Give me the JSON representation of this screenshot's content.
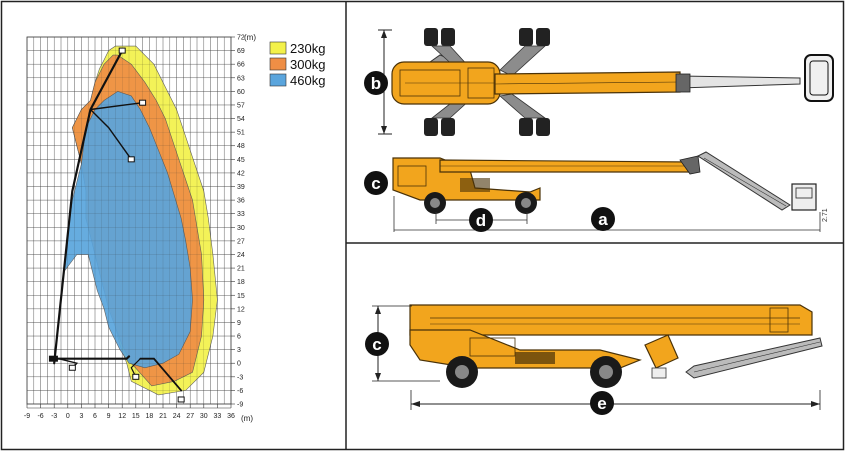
{
  "chart": {
    "y_unit": "(m)",
    "x_unit": "(m)",
    "y_ticks": [
      "72",
      "69",
      "66",
      "63",
      "60",
      "57",
      "54",
      "51",
      "48",
      "45",
      "42",
      "39",
      "36",
      "33",
      "30",
      "27",
      "24",
      "21",
      "18",
      "15",
      "12",
      "9",
      "6",
      "3",
      "0",
      "-3",
      "-6",
      "-9"
    ],
    "x_ticks": [
      "-9",
      "-6",
      "-3",
      "0",
      "3",
      "6",
      "9",
      "12",
      "15",
      "18",
      "21",
      "24",
      "27",
      "30",
      "33",
      "36"
    ],
    "legend": [
      {
        "label": "230kg",
        "color": "#f3f14a"
      },
      {
        "label": "300kg",
        "color": "#ef8e45"
      },
      {
        "label": "460kg",
        "color": "#5aa5dd"
      }
    ]
  },
  "chart_data": {
    "type": "area",
    "title": "",
    "xlabel": "(m)",
    "ylabel": "(m)",
    "xlim": [
      -9,
      36
    ],
    "ylim": [
      -9,
      72
    ],
    "grid": true,
    "legend_position": "top-right",
    "series": [
      {
        "name": "230kg",
        "color": "#f3f14a",
        "x": [
          10.5,
          15,
          19,
          22,
          24,
          26,
          28,
          30,
          31,
          32,
          33,
          32,
          30,
          26,
          20,
          14,
          13,
          11.5,
          10.5,
          9.5,
          8,
          7,
          6,
          5,
          4,
          4,
          3,
          1,
          3,
          5,
          6,
          7,
          8,
          9,
          10.5
        ],
        "y": [
          70,
          70,
          66,
          60,
          56,
          50,
          44,
          38,
          32,
          24,
          14,
          6,
          -2,
          -6,
          -7,
          -4,
          0,
          4,
          8,
          12,
          16,
          20,
          24,
          28,
          32,
          38,
          44,
          52,
          56,
          58,
          62,
          65,
          67,
          69,
          70
        ]
      },
      {
        "name": "300kg",
        "color": "#ef8e45",
        "x": [
          11,
          14,
          17,
          19.5,
          21.5,
          23.5,
          25.5,
          27.5,
          28.5,
          29.5,
          30,
          29.5,
          27.5,
          23.5,
          18.5,
          14,
          12,
          10.5,
          9,
          8,
          7,
          6,
          5,
          4,
          4,
          3,
          1,
          3,
          5,
          6,
          7,
          8,
          10,
          11
        ],
        "y": [
          68,
          66,
          62,
          58,
          54,
          48,
          42,
          36,
          30,
          24,
          14,
          6,
          -2,
          -4,
          -5,
          0,
          4,
          8,
          12,
          16,
          20,
          24,
          28,
          32,
          38,
          44,
          52,
          56,
          58,
          62,
          64,
          66,
          68,
          68
        ]
      },
      {
        "name": "460kg",
        "color": "#5aa5dd",
        "x": [
          11,
          14,
          16,
          18,
          20,
          22,
          23.5,
          25,
          26,
          27,
          27.5,
          27,
          24.5,
          21,
          17,
          13.5,
          11.5,
          9,
          8,
          6.5,
          5.5,
          4.5,
          2,
          -1,
          1,
          3,
          4,
          5,
          6,
          8,
          11
        ],
        "y": [
          60,
          59,
          56,
          52,
          47,
          42,
          37,
          32,
          27,
          21,
          14,
          7,
          2,
          0,
          -1,
          0,
          3,
          8,
          12,
          16,
          20,
          24,
          24,
          20,
          36,
          44,
          52,
          54,
          56,
          58,
          60
        ]
      }
    ]
  },
  "badges": {
    "b": "b",
    "c_side": "c",
    "d": "d",
    "a": "a",
    "c_stowed": "c",
    "e": "e"
  },
  "dimension_labels": {
    "platform_height": "2.71"
  },
  "colors": {
    "machine_yellow": "#f2a51d",
    "machine_outline": "#4a3208",
    "dark": "#111111"
  }
}
